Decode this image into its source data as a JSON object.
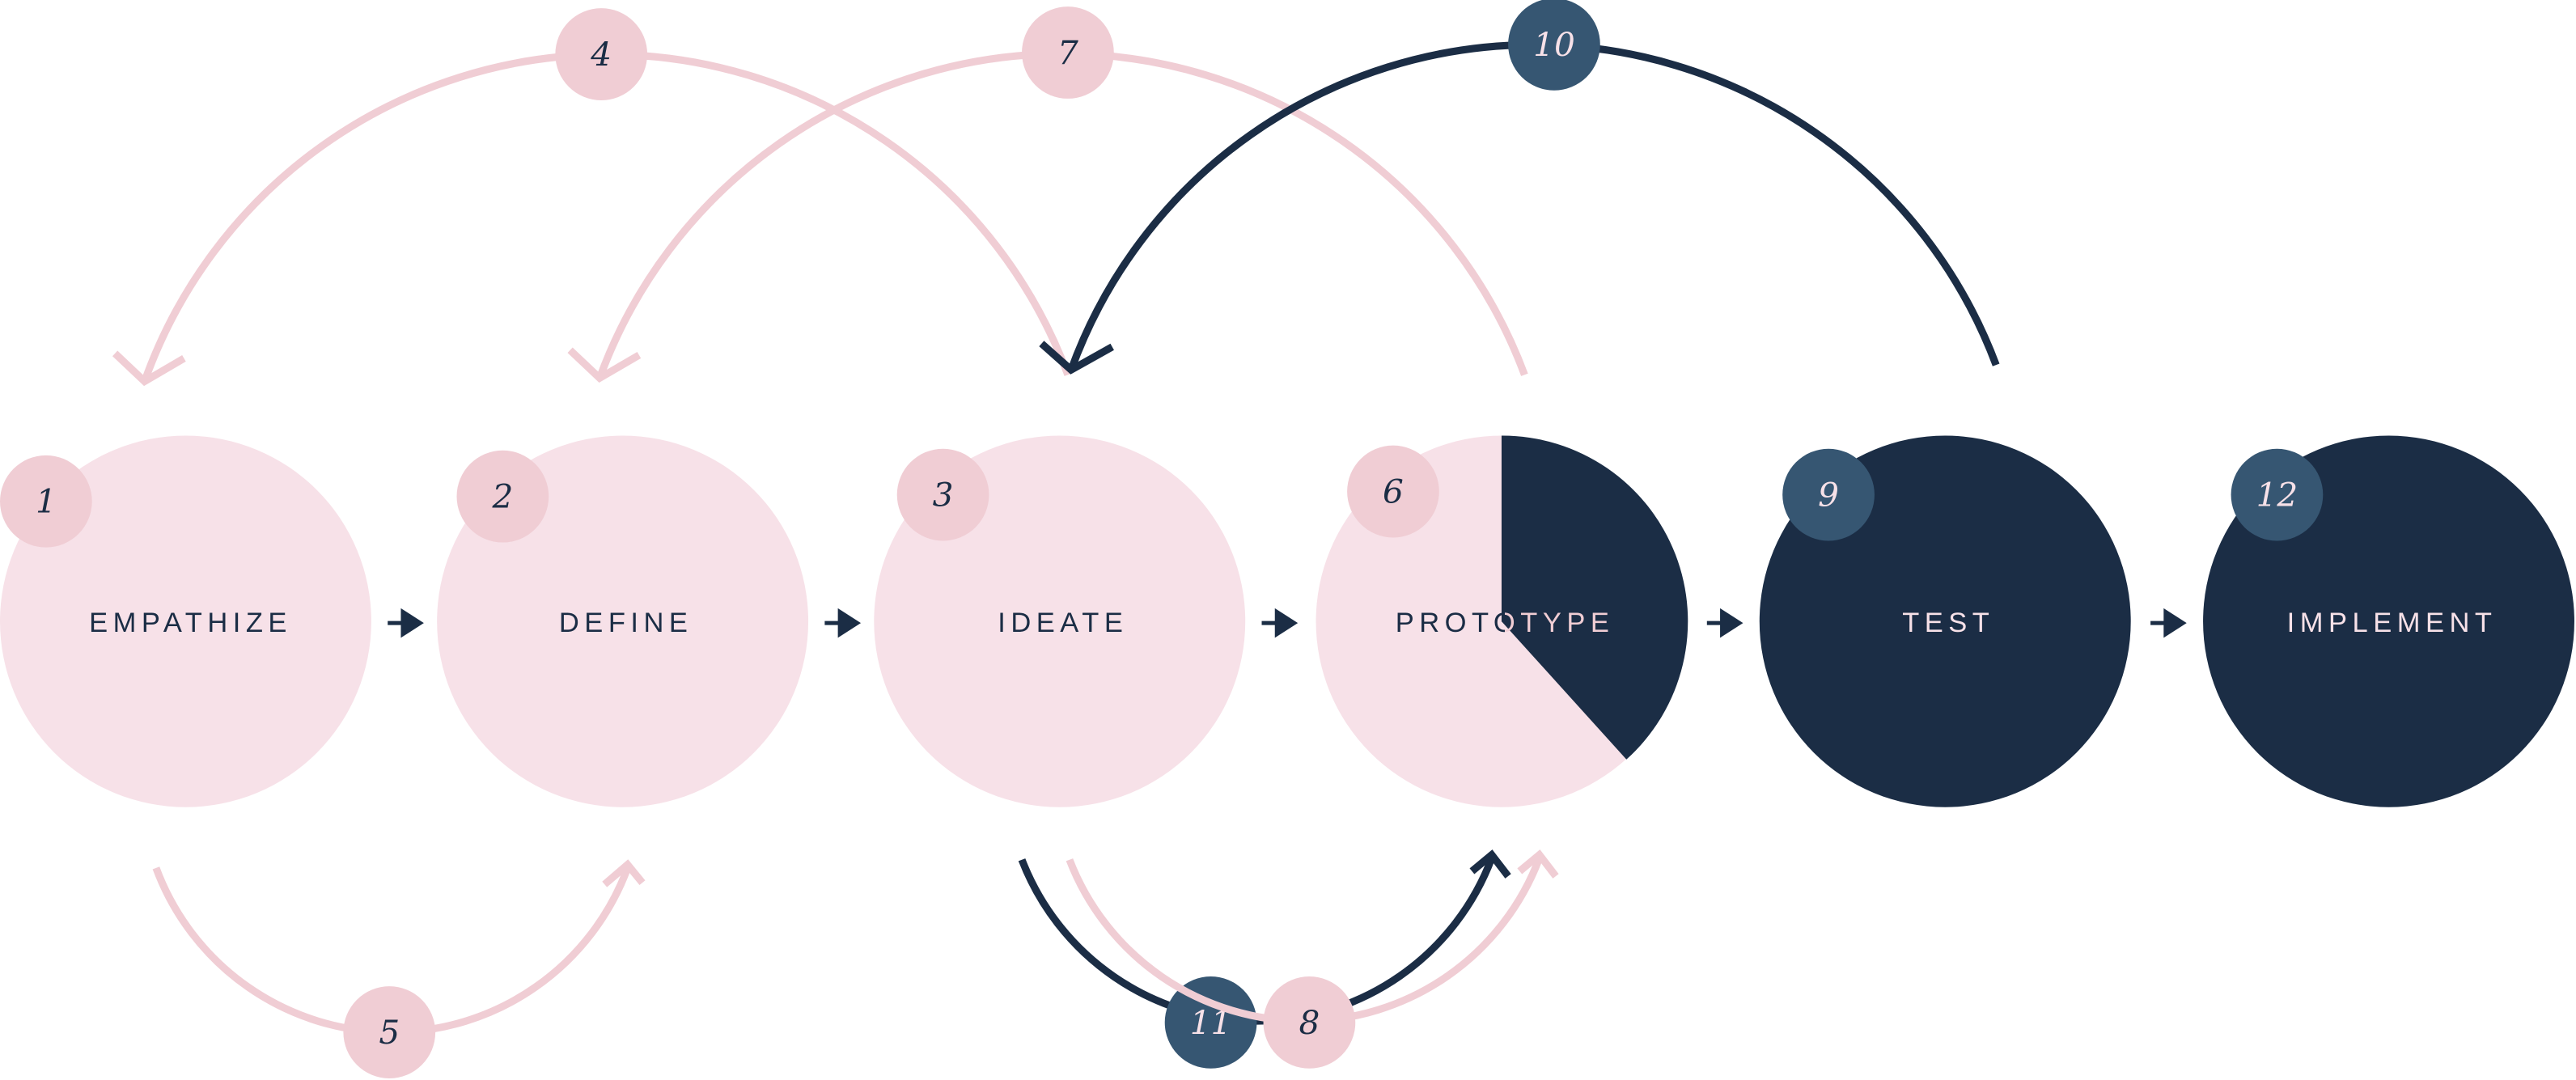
{
  "colors": {
    "stage_light": "#f7e1e8",
    "badge_pink": "#f0cdd4",
    "navy": "#1b2d45",
    "badge_blue": "#365672"
  },
  "stages": [
    {
      "label": "EMPATHIZE",
      "step": "1"
    },
    {
      "label": "DEFINE",
      "step": "2"
    },
    {
      "label": "IDEATE",
      "step": "3"
    },
    {
      "label": "PROTOTYPE",
      "step": "6"
    },
    {
      "label": "TEST",
      "step": "9"
    },
    {
      "label": "IMPLEMENT",
      "step": "12"
    }
  ],
  "loops": [
    {
      "step": "4",
      "from": "IDEATE",
      "to": "EMPATHIZE"
    },
    {
      "step": "5",
      "from": "EMPATHIZE",
      "to": "DEFINE"
    },
    {
      "step": "7",
      "from": "PROTOTYPE",
      "to": "DEFINE"
    },
    {
      "step": "8",
      "from": "IDEATE",
      "to": "PROTOTYPE"
    },
    {
      "step": "10",
      "from": "TEST",
      "to": "IDEATE"
    },
    {
      "step": "11",
      "from": "IDEATE",
      "to": "PROTOTYPE"
    }
  ],
  "prototype_progress_fraction": 0.38
}
